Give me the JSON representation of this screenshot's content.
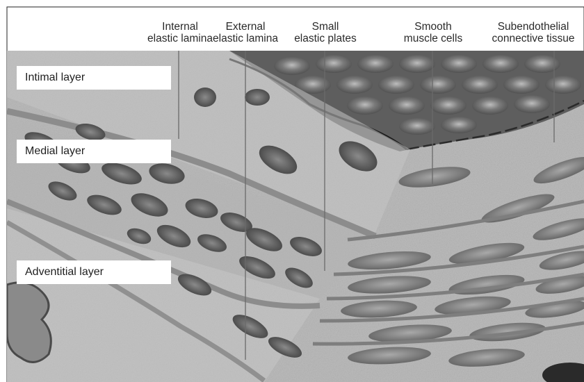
{
  "top_labels": [
    {
      "line1": "Internal",
      "line2": "elastic lamina"
    },
    {
      "line1": "External",
      "line2": "elastic lamina"
    },
    {
      "line1": "Small",
      "line2": "elastic plates"
    },
    {
      "line1": "Smooth",
      "line2": "muscle cells"
    },
    {
      "line1": "Subendothelial",
      "line2": "connective tissue"
    }
  ],
  "layer_labels": {
    "intimal": "Intimal layer",
    "medial": "Medial layer",
    "adventitial": "Adventitial layer"
  },
  "colors": {
    "tissue_bg": "#b8b8b8",
    "nuclei": "#4f4f4f",
    "lumen_cells": "#6e6e6e",
    "fibers": "#7a7a7a",
    "leader_lines": "#6a6a6a"
  }
}
